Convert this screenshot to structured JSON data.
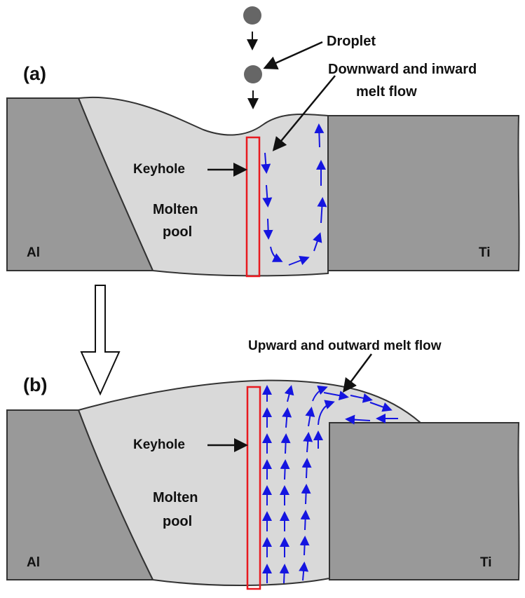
{
  "panel_a": {
    "label": "(a)",
    "droplet": "Droplet",
    "flow_label_line1": "Downward and inward",
    "flow_label_line2": "melt flow",
    "keyhole": "Keyhole",
    "pool_line1": "Molten",
    "pool_line2": "pool",
    "left_metal": "Al",
    "right_metal": "Ti"
  },
  "panel_b": {
    "label": "(b)",
    "flow_label": "Upward and outward melt flow",
    "keyhole": "Keyhole",
    "pool_line1": "Molten",
    "pool_line2": "pool",
    "left_metal": "Al",
    "right_metal": "Ti"
  },
  "colors": {
    "base_metal": "#999999",
    "molten_pool": "#d9d9d9",
    "outline": "#333333",
    "keyhole": "#e8191f",
    "flow_arrows": "#1515e0",
    "droplet": "#666666"
  }
}
